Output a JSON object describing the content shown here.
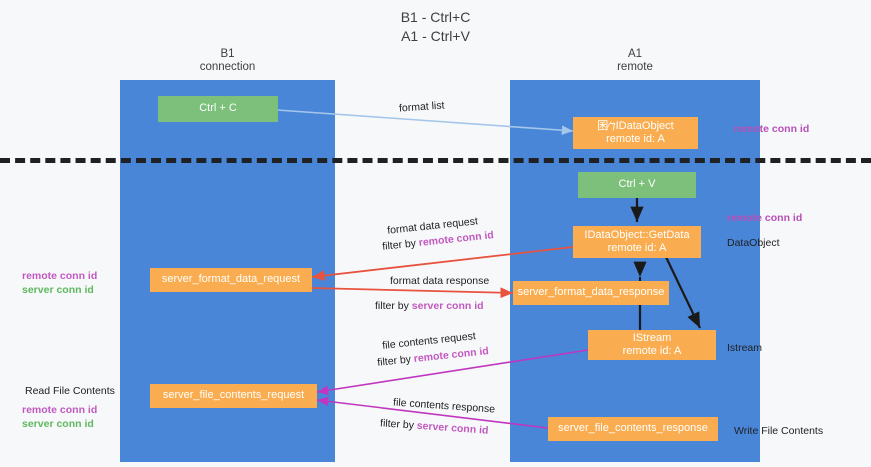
{
  "title": {
    "line1": "B1 - Ctrl+C",
    "line2": "A1 - Ctrl+V"
  },
  "columns": [
    {
      "name": "B1",
      "sub": "connection",
      "color": "#4a86d8"
    },
    {
      "name": "A1",
      "sub": "remote",
      "color": "#4a86d8"
    }
  ],
  "colors": {
    "lane": "#4a86d8",
    "green_node": "#7cc07c",
    "orange_node": "#f9ad50",
    "purple_text": "#c159c1",
    "green_text": "#5fb75f",
    "arrow_blue": "#a3c6ea",
    "arrow_red": "#e8533f",
    "arrow_magenta": "#c036c0",
    "arrow_dark": "#1a1a1a",
    "divider": "#202124",
    "background": "#f7f8f9"
  },
  "nodes": {
    "ctrl_c": {
      "label": "Ctrl + C"
    },
    "data_object_remote": {
      "line1": "囷⁄⁊IDataObject",
      "line2": "remote id: A"
    },
    "ctrl_v": {
      "label": "Ctrl + V"
    },
    "get_data": {
      "line1": "IDataObject::GetData",
      "line2": "remote id: A"
    },
    "server_format_data_request": {
      "label": "server_format_data_request"
    },
    "server_format_data_response": {
      "label": "server_format_data_response"
    },
    "istream": {
      "line1": "IStream",
      "line2": "remote id: A"
    },
    "server_file_contents_request": {
      "label": "server_file_contents_request"
    },
    "server_file_contents_response": {
      "label": "server_file_contents_response"
    }
  },
  "annotations": {
    "format_list": "format list",
    "format_data_request": "format data request",
    "format_data_request_filter_prefix": "filter by ",
    "format_data_request_filter_key": "remote conn id",
    "format_data_response": "format data response",
    "format_data_response_filter_prefix": "filter by ",
    "format_data_response_filter_key": "server conn id",
    "file_contents_request": "file contents request",
    "file_contents_request_filter_prefix": "filter by ",
    "file_contents_request_filter_key": "remote conn id",
    "file_contents_response": "file contents response",
    "file_contents_response_filter_prefix": "filter by ",
    "file_contents_response_filter_key": "server conn id"
  },
  "side_labels": {
    "right_remote_conn_id_1": "remote conn id",
    "right_remote_conn_id_2": "remote conn id",
    "right_data_object": "DataObject",
    "right_istream": "Istream",
    "right_write_file_contents": "Write File Contents",
    "left_remote_conn_id": "remote conn id",
    "left_server_conn_id": "server conn id",
    "left_read_file_contents": "Read File Contents",
    "left_remote_conn_id_2": "remote conn id",
    "left_server_conn_id_2": "server conn id"
  }
}
